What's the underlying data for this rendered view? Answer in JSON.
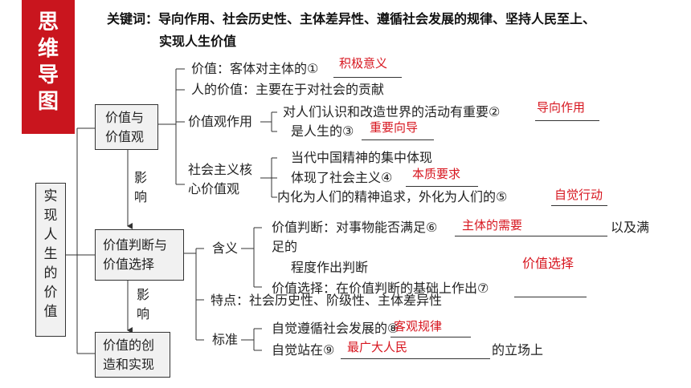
{
  "banner": {
    "chars": [
      "思",
      "维",
      "导",
      "图"
    ]
  },
  "keywords": {
    "line1": "关键词：导向作用、社会历史性、主体差异性、遵循社会发展的规律、坚持人民至上、",
    "line2": "实现人生价值"
  },
  "root": {
    "chars": [
      "实",
      "现",
      "人",
      "生",
      "的",
      "价",
      "值"
    ]
  },
  "nodes": {
    "values_view": {
      "line1": "价值与",
      "line2": "价值观"
    },
    "judgment_choice": {
      "line1": "价值判断与",
      "line2": "价值选择"
    },
    "create_realize": {
      "line1": "价值的创",
      "line2": "造和实现"
    }
  },
  "influence": {
    "line1": "影",
    "line2": "响"
  },
  "branch_values": {
    "value_def": "价值：客体对主体的①",
    "human_value": "人的价值：主要在于对社会的贡献",
    "view_role": "价值观作用",
    "role_1": "对人们认识和改造世界的活动有重要②",
    "role_2": "是人生的③",
    "core_line1": "社会主义核",
    "core_line2": "心价值观",
    "core_1": "当代中国精神的集中体现",
    "core_2": "体现了社会主义④",
    "core_3": "内化为人们的精神追求，外化为人们的⑤"
  },
  "branch_judgment": {
    "meaning": "含义",
    "judge_1": "价值判断：对事物能否满足⑥",
    "judge_1_tail": "以及满",
    "judge_1_cont": "足的",
    "judge_2": "程度作出判断",
    "choice": "价值选择：在价值判断的基础上作出⑦",
    "feature": "特点：社会历史性、阶级性、主体差异性"
  },
  "branch_create": {
    "standard": "标准",
    "std_1": "自觉遵循社会发展的⑧",
    "std_2": "自觉站在⑨",
    "std_2_tail": "的立场上"
  },
  "answers": {
    "a1": "积极意义",
    "a2": "导向作用",
    "a3": "重要向导",
    "a4": "本质要求",
    "a5": "自觉行动",
    "a6": "主体的需要",
    "a7": "价值选择",
    "a8": "客观规律",
    "a9": "最广大人民"
  },
  "colors": {
    "banner": "#c9151e",
    "answer": "#d7161f",
    "box_fill": "#f1f1f1"
  }
}
